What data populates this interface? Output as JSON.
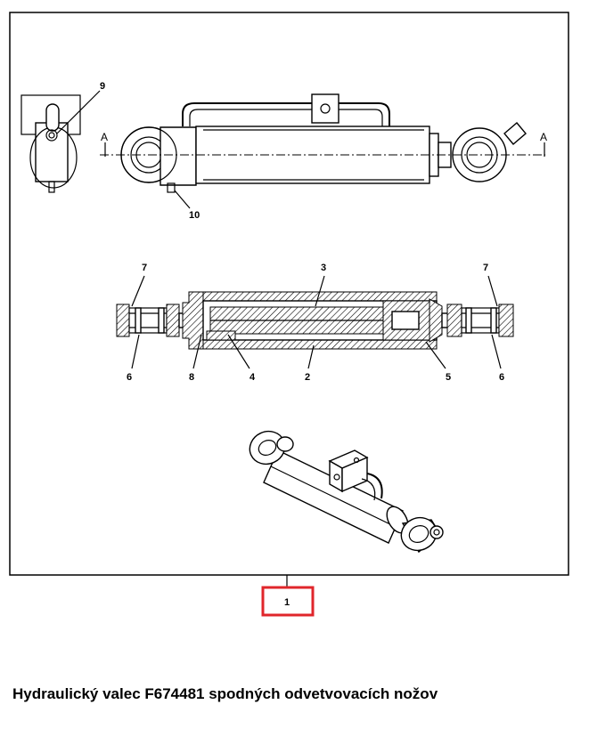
{
  "diagram": {
    "callouts": {
      "c9": "9",
      "c10": "10",
      "c7_left": "7",
      "c7_right": "7",
      "c3": "3",
      "c6_left": "6",
      "c8": "8",
      "c4": "4",
      "c2": "2",
      "c5": "5",
      "c6_right": "6"
    },
    "section_marker_left": "A",
    "section_marker_right": "A",
    "assembly_number": "1",
    "highlight_color": "#e0262b"
  },
  "caption": "Hydraulický valec F674481 spodných odvetvovacích nožov"
}
